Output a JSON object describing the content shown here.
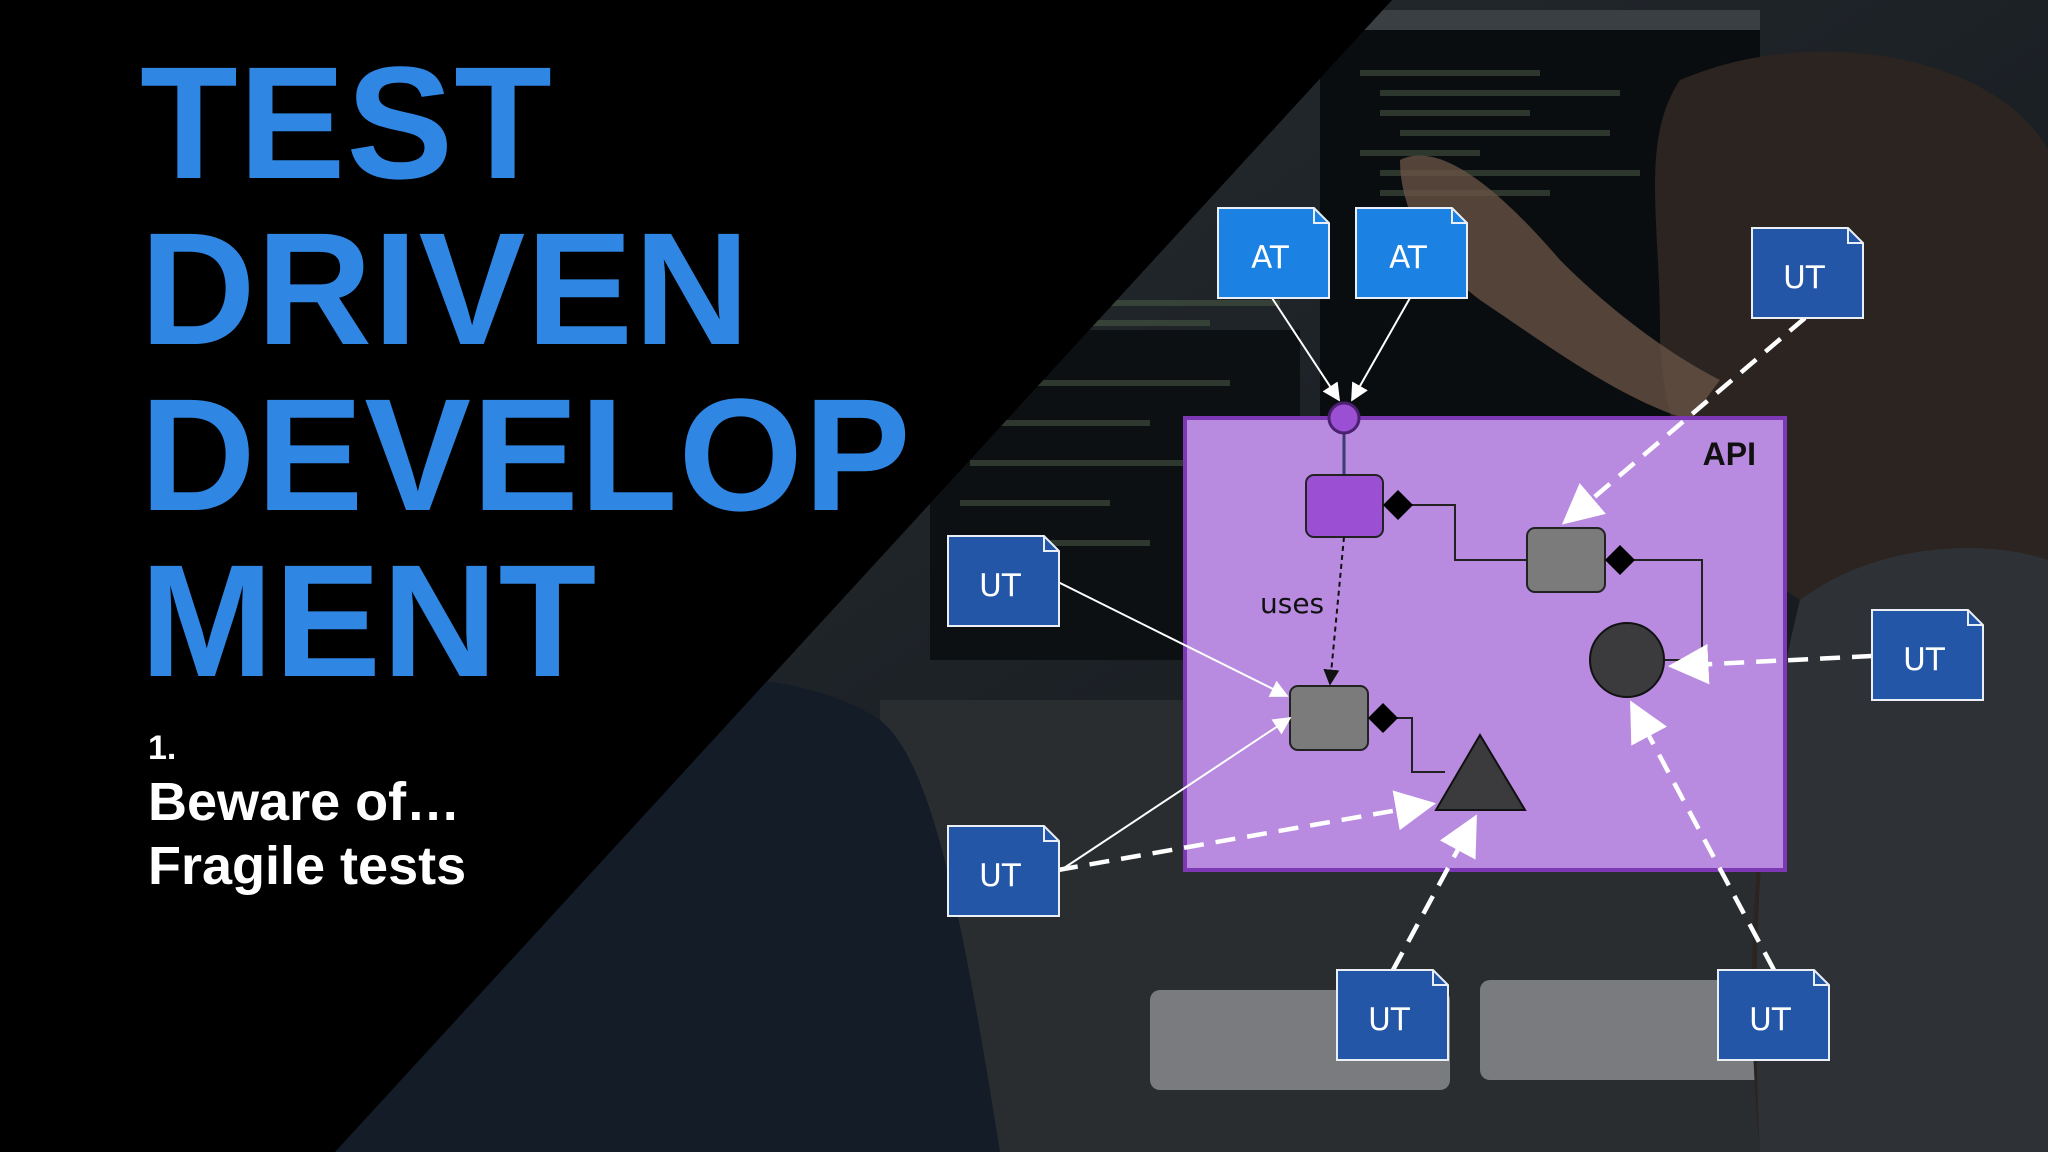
{
  "slide": {
    "title_lines": [
      "TEST",
      "DRIVEN",
      "DEVELOP",
      "MENT"
    ],
    "subtitle_number": "1.",
    "subtitle_lines": [
      "Beware of…",
      "Fragile tests"
    ],
    "title_color": "#2f86e3"
  },
  "diagram": {
    "api_label": "API",
    "uses_label": "uses",
    "test_labels": {
      "at1": "AT",
      "at2": "AT",
      "ut_top_right": "UT",
      "ut_left_upper": "UT",
      "ut_right": "UT",
      "ut_left_lower": "UT",
      "ut_bottom_center": "UT",
      "ut_bottom_right": "UT"
    },
    "colors": {
      "api_fill": "#b88ae0",
      "api_border": "#7d38b4",
      "active_component": "#9b50d3",
      "component": "#7b7b7b",
      "shape": "#3b3b3d",
      "acceptance_test": "#1b82e3",
      "unit_test": "#2456a8"
    }
  }
}
